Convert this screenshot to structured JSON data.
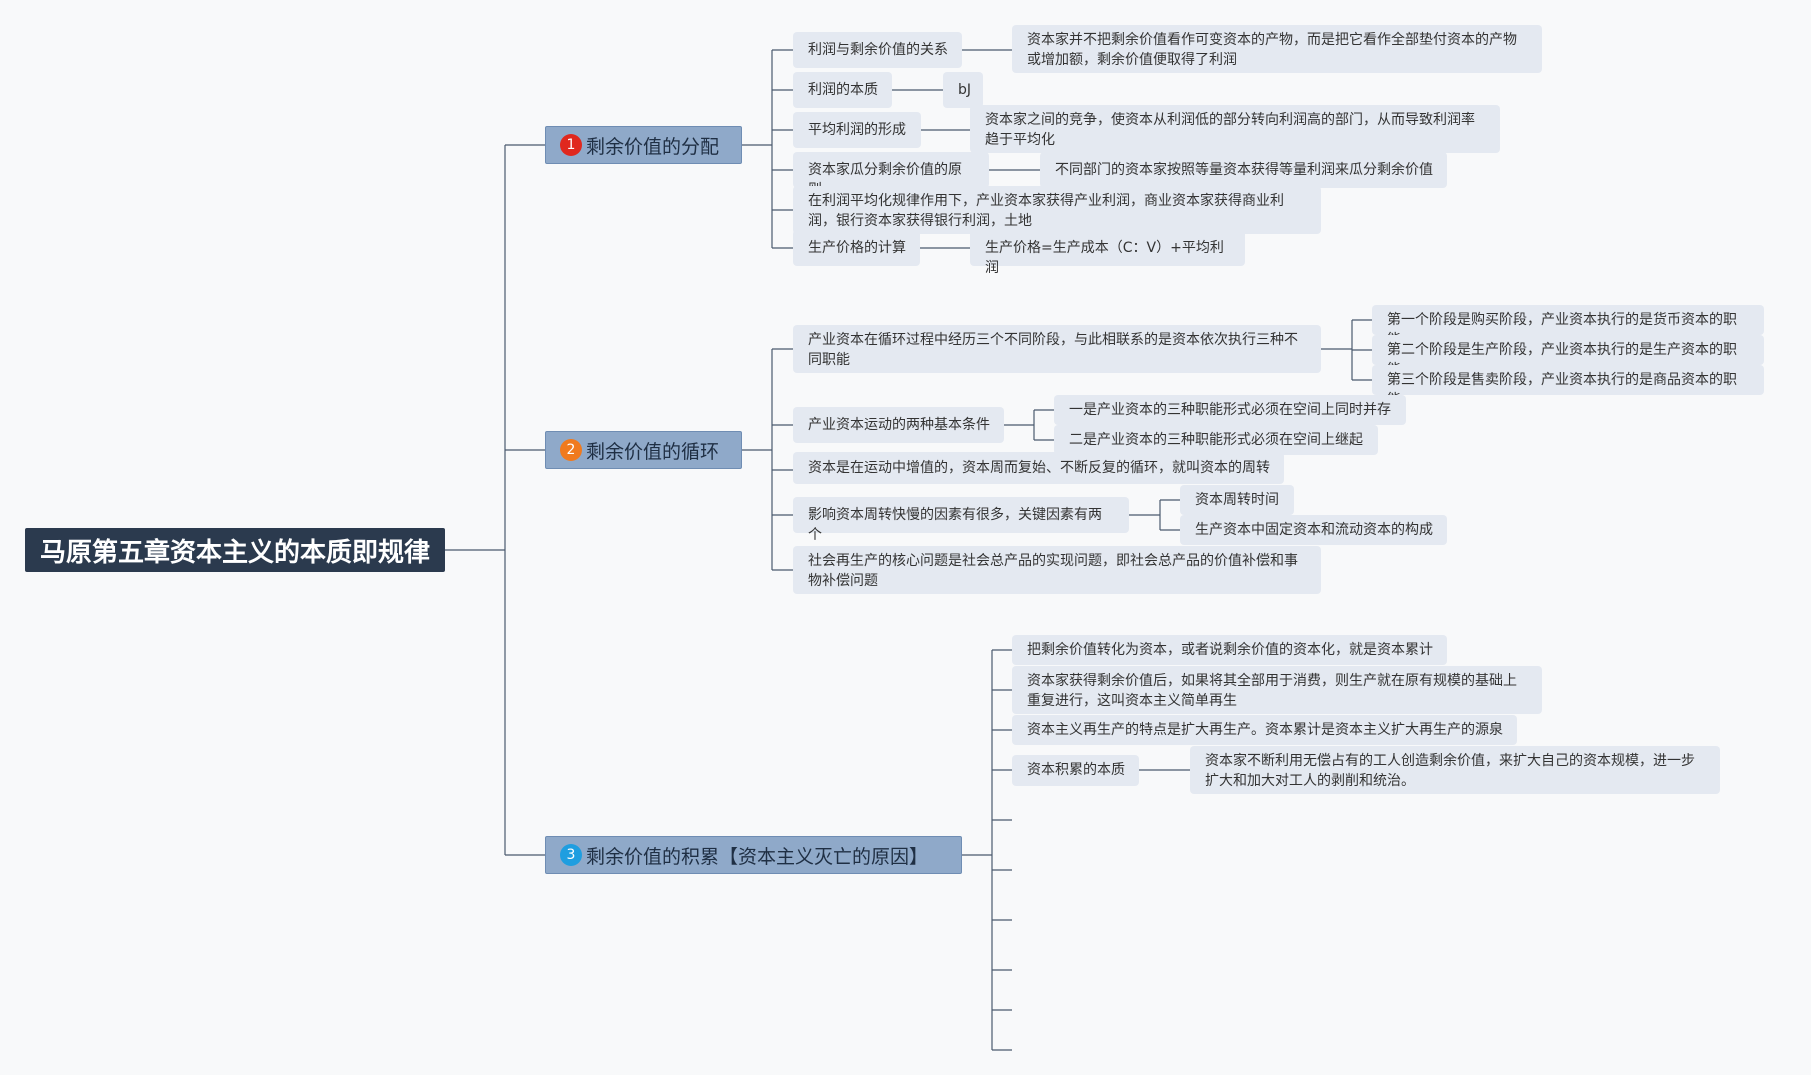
{
  "root": {
    "title": "马原第五章资本主义的本质即规律"
  },
  "colors": {
    "badge1": "#e0281e",
    "badge2": "#f07a1e",
    "badge3": "#1f9ee0"
  },
  "branches": [
    {
      "badge": "1",
      "label": "剩余价值的分配",
      "children": [
        {
          "label": "利润与剩余价值的关系",
          "detail": "资本家并不把剩余价值看作可变资本的产物，而是把它看作全部垫付资本的产物或增加额，剩余价值便取得了利润"
        },
        {
          "label": "利润的本质",
          "detail": "bJ"
        },
        {
          "label": "平均利润的形成",
          "detail": "资本家之间的竞争，使资本从利润低的部分转向利润高的部门，从而导致利润率趋于平均化"
        },
        {
          "label": "资本家瓜分剩余价值的原则",
          "detail": "不同部门的资本家按照等量资本获得等量利润来瓜分剩余价值"
        },
        {
          "label": "在利润平均化规律作用下，产业资本家获得产业利润，商业资本家获得商业利润，银行资本家获得银行利润，土地"
        },
        {
          "label": "生产价格的计算",
          "detail": "生产价格=生产成本（C：V）+平均利润"
        }
      ]
    },
    {
      "badge": "2",
      "label": "剩余价值的循环",
      "children": [
        {
          "label": "产业资本在循环过程中经历三个不同阶段，与此相联系的是资本依次执行三种不同职能",
          "subs": [
            "第一个阶段是购买阶段，产业资本执行的是货币资本的职能",
            "第二个阶段是生产阶段，产业资本执行的是生产资本的职能",
            "第三个阶段是售卖阶段，产业资本执行的是商品资本的职能"
          ]
        },
        {
          "label": "产业资本运动的两种基本条件",
          "subs": [
            "一是产业资本的三种职能形式必须在空间上同时并存",
            "二是产业资本的三种职能形式必须在空间上继起"
          ]
        },
        {
          "label": "资本是在运动中增值的，资本周而复始、不断反复的循环，就叫资本的周转"
        },
        {
          "label": "影响资本周转快慢的因素有很多，关键因素有两个",
          "subs": [
            "资本周转时间",
            "生产资本中固定资本和流动资本的构成"
          ]
        },
        {
          "label": "社会再生产的核心问题是社会总产品的实现问题，即社会总产品的价值补偿和事物补偿问题"
        }
      ]
    },
    {
      "badge": "3",
      "label": "剩余价值的积累【资本主义灭亡的原因】",
      "children": [
        {
          "label": "把剩余价值转化为资本，或者说剩余价值的资本化，就是资本累计"
        },
        {
          "label": "资本家获得剩余价值后，如果将其全部用于消费，则生产就在原有规模的基础上重复进行，这叫资本主义简单再生"
        },
        {
          "label": "资本主义再生产的特点是扩大再生产。资本累计是资本主义扩大再生产的源泉"
        },
        {
          "label": "资本积累的本质",
          "detail": "资本家不断利用无偿占有的工人创造剩余价值，来扩大自己的资本规模，进一步扩大和加大对工人的剥削和统治。"
        }
      ]
    }
  ]
}
